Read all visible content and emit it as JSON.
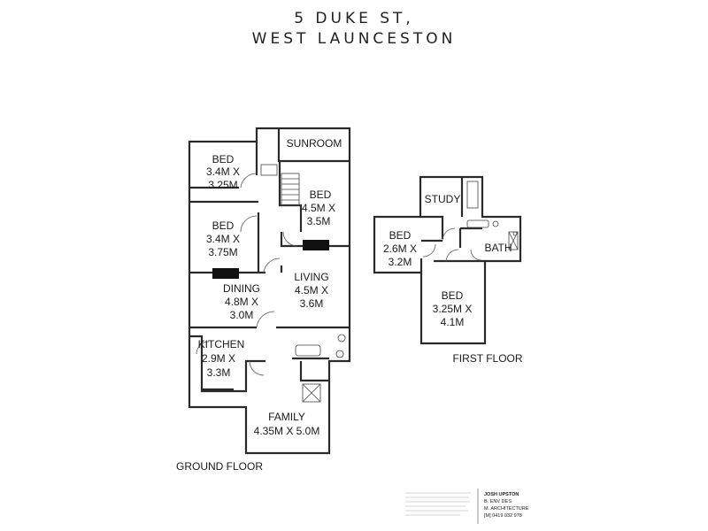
{
  "header": {
    "line1": "5 DUKE ST,",
    "line2": "WEST LAUNCESTON"
  },
  "ground_floor": {
    "label": "GROUND FLOOR",
    "rooms": {
      "sunroom": {
        "name": "SUNROOM"
      },
      "bed1": {
        "name": "BED",
        "dims_line1": "3.4M X",
        "dims_line2": "3.25M"
      },
      "bed2": {
        "name": "BED",
        "dims_line1": "3.4M X",
        "dims_line2": "3.75M"
      },
      "bed3": {
        "name": "BED",
        "dims_line1": "4.5M X",
        "dims_line2": "3.5M"
      },
      "dining": {
        "name": "DINING",
        "dims_line1": "4.8M X",
        "dims_line2": "3.0M"
      },
      "living": {
        "name": "LIVING",
        "dims_line1": "4.5M X",
        "dims_line2": "3.6M"
      },
      "kitchen": {
        "name": "KITCHEN",
        "dims_line1": "2.9M X",
        "dims_line2": "3.3M"
      },
      "family": {
        "name": "FAMILY",
        "dims_line1": "4.35M X 5.0M"
      }
    }
  },
  "first_floor": {
    "label": "FIRST FLOOR",
    "rooms": {
      "study": {
        "name": "STUDY"
      },
      "bath": {
        "name": "BATH"
      },
      "bed1": {
        "name": "BED",
        "dims_line1": "2.6M X",
        "dims_line2": "3.2M"
      },
      "bed2": {
        "name": "BED",
        "dims_line1": "3.25M X",
        "dims_line2": "4.1M"
      }
    }
  },
  "title_block": {
    "name": "JOSH UPSTON",
    "line1": "B. ENV DES",
    "line2": "M. ARCHITECTURE",
    "phone": "[M] 0419 032 978"
  }
}
